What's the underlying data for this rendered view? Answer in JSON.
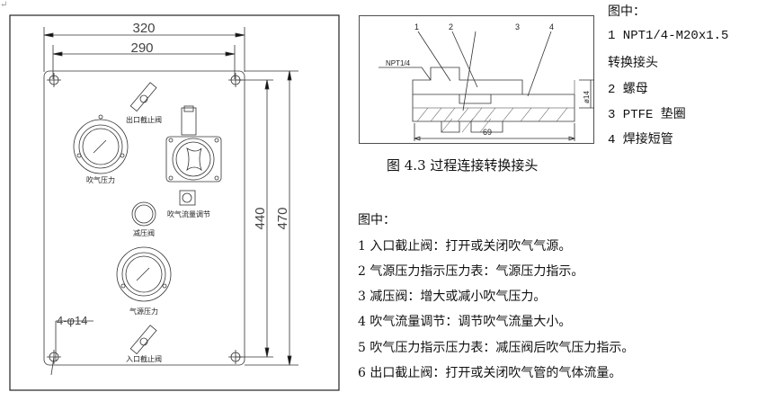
{
  "panel_drawing": {
    "dims": {
      "width_outer": "320",
      "width_holes": "290",
      "height_holes": "440",
      "height_outer": "470",
      "holes": "4-φ14"
    },
    "labels": {
      "outlet_valve": "出口截止阀",
      "blow_pressure": "吹气压力",
      "flow_adjust": "吹气流量调节",
      "reducer": "减压阀",
      "source_pressure": "气源压力",
      "inlet_valve": "入口截止阀"
    }
  },
  "fitting_drawing": {
    "callouts": [
      "1",
      "2",
      "3",
      "4"
    ],
    "thread": "NPT1/4",
    "dia": "ø14",
    "length": "69"
  },
  "caption": "图 4.3 过程连接转换接头",
  "fitting_legend": {
    "title": "图中：",
    "lines": [
      "1 NPT1/4-M20x1.5",
      "转换接头",
      "2 螺母",
      "3 PTFE 垫圈",
      "4 焊接短管"
    ]
  },
  "panel_legend": {
    "title": "图中：",
    "items": [
      "1 入口截止阀：打开或关闭吹气气源。",
      "2 气源压力指示压力表：气源压力指示。",
      "3 减压阀：增大或减小吹气压力。",
      "4 吹气流量调节：调节吹气流量大小。",
      "5 吹气压力指示压力表：减压阀后吹气压力指示。",
      "6 出口截止阀：打开或关闭吹气管的气体流量。"
    ]
  },
  "para_mark": "↵"
}
